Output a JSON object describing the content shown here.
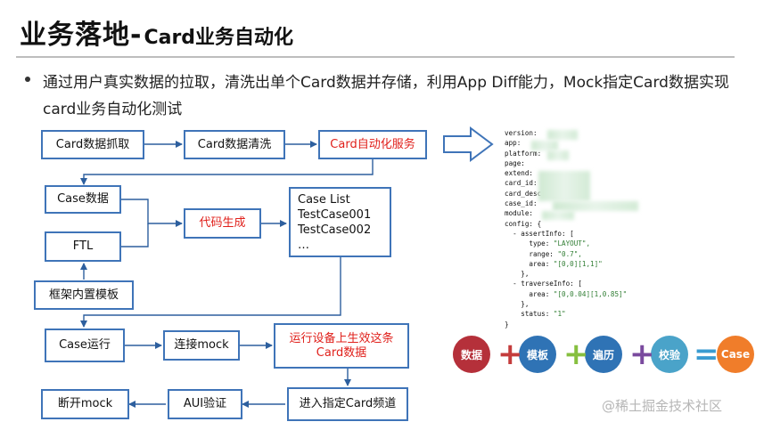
{
  "title": {
    "main": "业务落地-",
    "sub": "Card业务自动化"
  },
  "bullet": "通过用户真实数据的拉取，清洗出单个Card数据并存储，利用App Diff能力，Mock指定Card数据实现card业务自动化测试",
  "flow": {
    "fetch": "Card数据抓取",
    "clean": "Card数据清洗",
    "service": "Card自动化服务",
    "case_data": "Case数据",
    "ftl": "FTL",
    "template": "框架内置模板",
    "codegen": "代码生成",
    "case_list": [
      "Case List",
      "TestCase001",
      "TestCase002",
      "…"
    ],
    "case_run": "Case运行",
    "connect_mock": "连接mock",
    "device_apply_1": "运行设备上生效这条",
    "device_apply_2": "Card数据",
    "enter_channel": "进入指定Card频道",
    "aui_verify": "AUI验证",
    "disconnect_mock": "断开mock"
  },
  "code_lines": [
    {
      "k": "version:",
      "v": ""
    },
    {
      "k": "app:",
      "v": ""
    },
    {
      "k": "platform:",
      "v": ""
    },
    {
      "k": "page:",
      "v": ""
    },
    {
      "k": "extend:",
      "v": ""
    },
    {
      "k": "card_id:",
      "v": ""
    },
    {
      "k": "card_desc:",
      "v": ""
    },
    {
      "k": "case_id:",
      "v": ""
    },
    {
      "k": "module:",
      "v": ""
    },
    {
      "k": "config: {",
      "v": ""
    },
    {
      "k": "  - assertInfo: [",
      "v": ""
    },
    {
      "k": "      type: ",
      "v": "\"LAYOUT\","
    },
    {
      "k": "      range: ",
      "v": "\"0.7\","
    },
    {
      "k": "      area: ",
      "v": "\"[0,0][1,1]\""
    },
    {
      "k": "    },",
      "v": ""
    },
    {
      "k": "  - traverseInfo: [",
      "v": ""
    },
    {
      "k": "      area: ",
      "v": "\"[0,0.04][1,0.85]\""
    },
    {
      "k": "    },",
      "v": ""
    },
    {
      "k": "    status: ",
      "v": "\"1\""
    },
    {
      "k": "}",
      "v": ""
    }
  ],
  "formula": {
    "items": [
      {
        "label": "数据",
        "color": "#b5303a"
      },
      {
        "label": "模板",
        "color": "#2f73b5"
      },
      {
        "label": "遍历",
        "color": "#2f73b5"
      },
      {
        "label": "校验",
        "color": "#4aa3c9"
      },
      {
        "label": "Case",
        "color": "#f07d2a"
      }
    ],
    "ops": [
      {
        "sym": "+",
        "color": "#c43c3c"
      },
      {
        "sym": "+",
        "color": "#86bf3f"
      },
      {
        "sym": "+",
        "color": "#7a4a9e"
      },
      {
        "sym": "=",
        "color": "#3a9bd1"
      }
    ]
  },
  "watermark": "@稀土掘金技术社区"
}
